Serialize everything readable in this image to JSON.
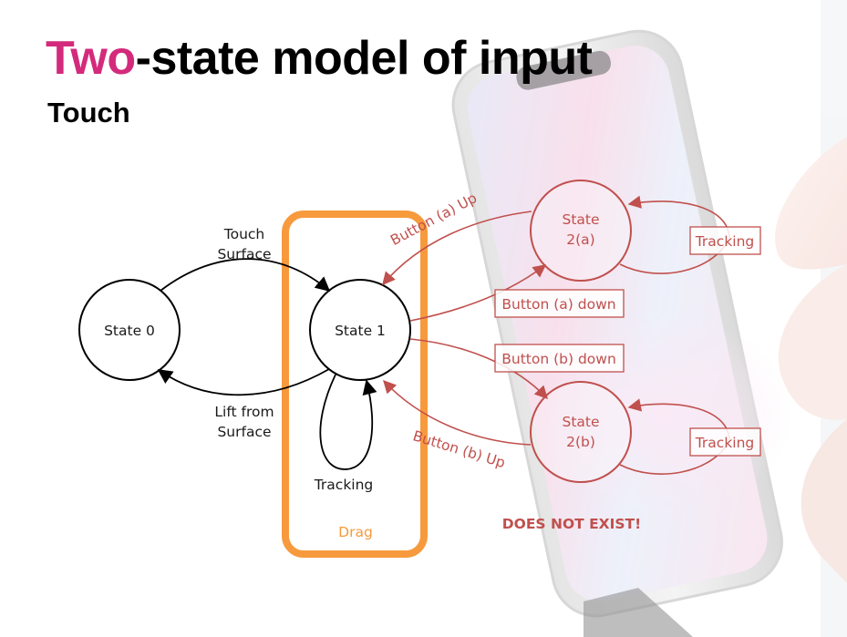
{
  "slide": {
    "title_accent": "Two",
    "title_rest": "-state model of input",
    "subtitle": "Touch"
  },
  "diagram": {
    "states": {
      "s0": "State 0",
      "s1": "State 1",
      "s2a_line1": "State",
      "s2a_line2": "2(a)",
      "s2b_line1": "State",
      "s2b_line2": "2(b)"
    },
    "transitions": {
      "touch_line1": "Touch",
      "touch_line2": "Surface",
      "lift_line1": "Lift from",
      "lift_line2": "Surface",
      "tracking": "Tracking",
      "button_a_up": "Button (a) Up",
      "button_a_down": "Button (a) down",
      "button_b_down": "Button (b) down",
      "button_b_up": "Button (b) Up",
      "tracking_a": "Tracking",
      "tracking_b": "Tracking"
    },
    "group_label": "Drag",
    "warning": "DOES NOT EXIST!"
  },
  "colors": {
    "title_accent": "#d42a7c",
    "text": "#000000",
    "nonexistent": "#c0504d",
    "drag_highlight": "#f79a3d"
  }
}
